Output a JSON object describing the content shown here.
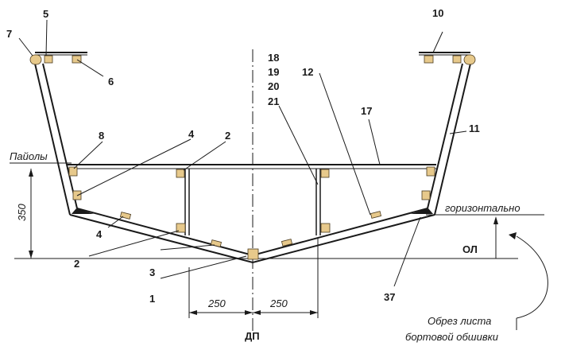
{
  "labels": {
    "n1": "1",
    "n2a": "2",
    "n2b": "2",
    "n3": "3",
    "n4a": "4",
    "n4b": "4",
    "n5": "5",
    "n6": "6",
    "n7": "7",
    "n8": "8",
    "n10": "10",
    "n11": "11",
    "n12": "12",
    "n17": "17",
    "n18": "18",
    "n19": "19",
    "n20": "20",
    "n21": "21",
    "n37": "37"
  },
  "annotations": {
    "floorboards": "Пайолы",
    "horizontal": "горизонтально",
    "baseline": "ОЛ",
    "centerline": "ДП",
    "trim_line1": "Обрез листа",
    "trim_line2": "бортовой обшивки"
  },
  "dimensions": {
    "height": "350",
    "half_width_left": "250",
    "half_width_right": "250"
  },
  "colors": {
    "line": "#1a1a1a",
    "wood": "#e7c98b"
  }
}
